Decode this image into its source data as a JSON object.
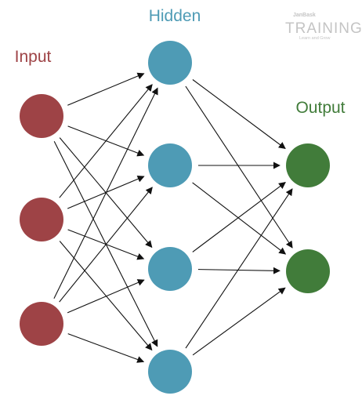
{
  "labels": {
    "input": "Input",
    "hidden": "Hidden",
    "output": "Output"
  },
  "watermark": {
    "small": "JanBask",
    "big": "TRAINING",
    "tagline": "Learn and Grow"
  },
  "colors": {
    "input": "#9e4346",
    "hidden": "#4e9bb5",
    "output": "#417c3a",
    "edge": "#111111",
    "watermark": "#c4c4c4"
  },
  "layers": [
    {
      "name": "input",
      "count": 3
    },
    {
      "name": "hidden",
      "count": 4
    },
    {
      "name": "output",
      "count": 2
    }
  ]
}
